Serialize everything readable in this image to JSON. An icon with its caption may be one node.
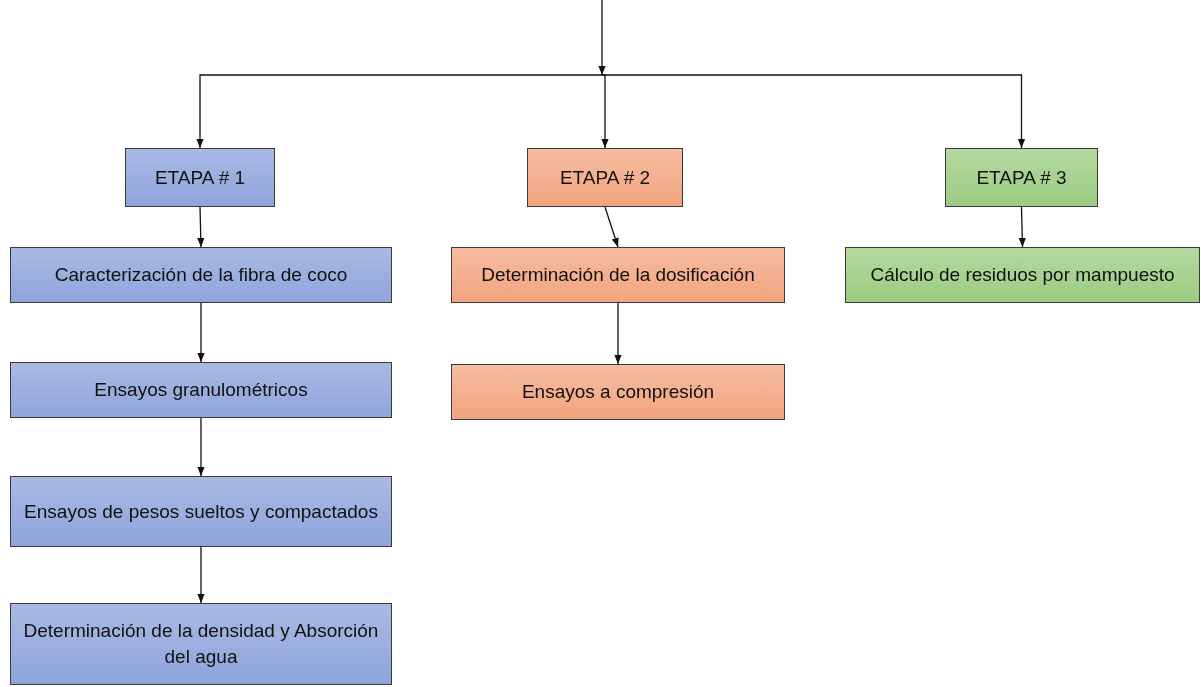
{
  "diagram": {
    "nodes": [
      {
        "text": [
          "ETAPA # 1"
        ]
      },
      {
        "text": [
          "Caracterización de la fibra de coco"
        ]
      },
      {
        "text": [
          "Ensayos granulométricos"
        ]
      },
      {
        "text": [
          "Ensayos de pesos sueltos y compactados"
        ]
      },
      {
        "text": [
          "Determinación de la densidad y Absorción del agua"
        ]
      },
      {
        "text": [
          "ETAPA # 2"
        ]
      },
      {
        "text": [
          "Determinación de la dosificación"
        ]
      },
      {
        "text": [
          "Ensayos a compresión"
        ]
      },
      {
        "text": [
          "ETAPA # 3"
        ]
      },
      {
        "text": [
          "Cálculo de residuos por mampuesto"
        ]
      }
    ],
    "edges": [
      {
        "from": null,
        "to": 0,
        "arrow": "to"
      },
      {
        "from": null,
        "to": 5,
        "arrow": "to"
      },
      {
        "from": null,
        "to": 8,
        "arrow": "to"
      },
      {
        "from": 0,
        "to": 1,
        "arrow": "to"
      },
      {
        "from": 1,
        "to": 2,
        "arrow": "to"
      },
      {
        "from": 2,
        "to": 3,
        "arrow": "to"
      },
      {
        "from": 3,
        "to": 4,
        "arrow": "to"
      },
      {
        "from": 5,
        "to": 6,
        "arrow": "to"
      },
      {
        "from": 6,
        "to": 7,
        "arrow": "to"
      },
      {
        "from": 8,
        "to": 9,
        "arrow": "to"
      }
    ]
  }
}
